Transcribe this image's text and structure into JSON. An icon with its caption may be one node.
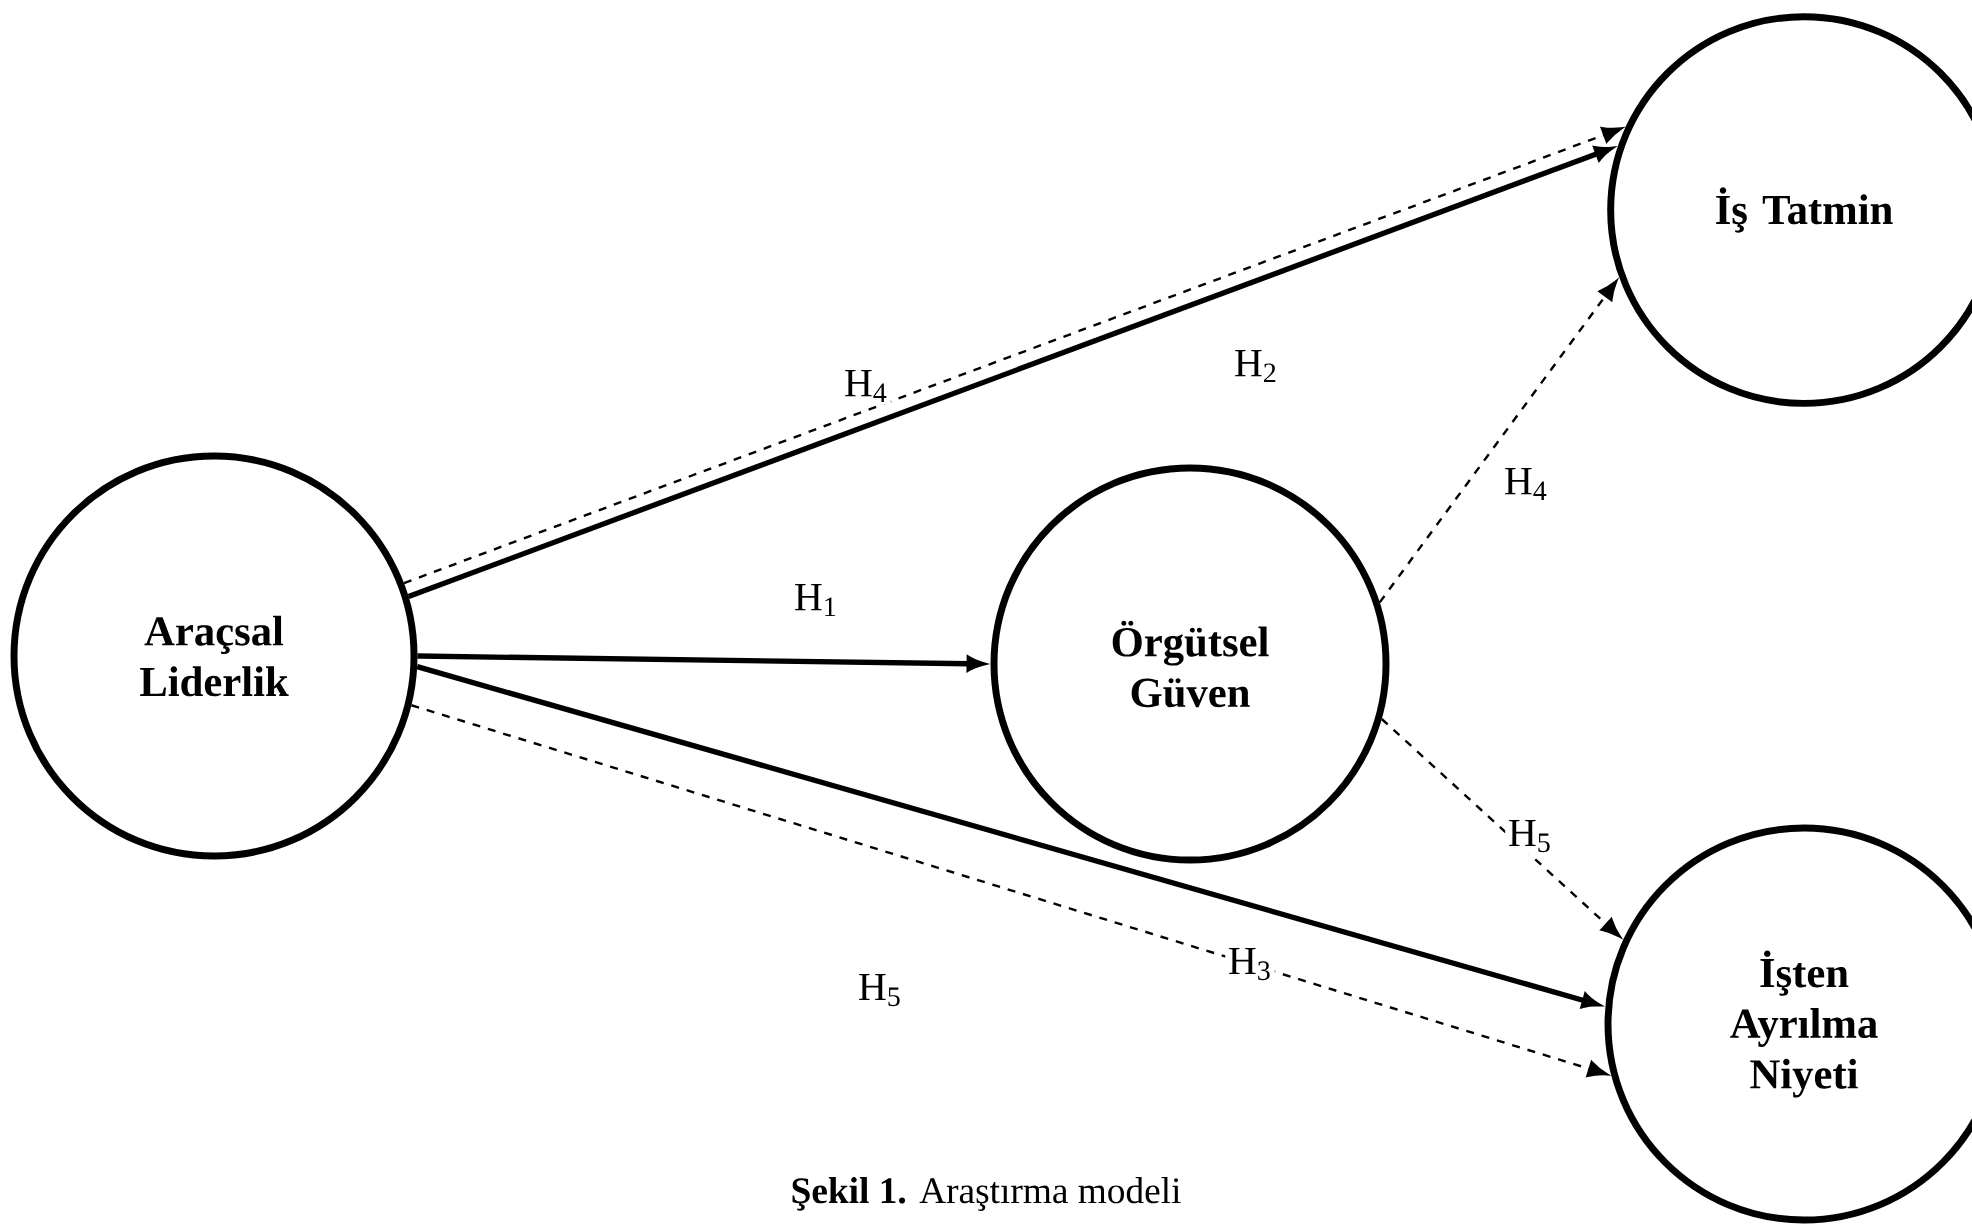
{
  "diagram": {
    "caption": "**Şekil 1.** Araştırma modeli",
    "nodes": [
      {
        "text": [
          "Araçsal Liderlik"
        ]
      },
      {
        "text": [
          "İş Tatmin"
        ]
      },
      {
        "text": [
          "Örgütsel Güven"
        ]
      },
      {
        "text": [
          "İşten Ayrılma Niyeti"
        ]
      }
    ],
    "edges": [
      {
        "from": 0,
        "to": 1,
        "arrow": "to",
        "style": "dashed",
        "label": "H$_{4}$"
      },
      {
        "from": 0,
        "to": 1,
        "arrow": "to",
        "label": "H$_{2}$"
      },
      {
        "from": 0,
        "to": 2,
        "arrow": "to",
        "label": "H$_{1}$"
      },
      {
        "from": 2,
        "to": 1,
        "arrow": "to",
        "style": "dashed",
        "label": "H$_{4}$"
      },
      {
        "from": 2,
        "to": 3,
        "arrow": "to",
        "style": "dashed",
        "label": "H$_{5}$"
      },
      {
        "from": 0,
        "to": 3,
        "arrow": "to",
        "label": "H$_{3}$"
      },
      {
        "from": 0,
        "to": 3,
        "arrow": "to",
        "style": "dashed",
        "label": "H$_{5}$"
      }
    ]
  }
}
